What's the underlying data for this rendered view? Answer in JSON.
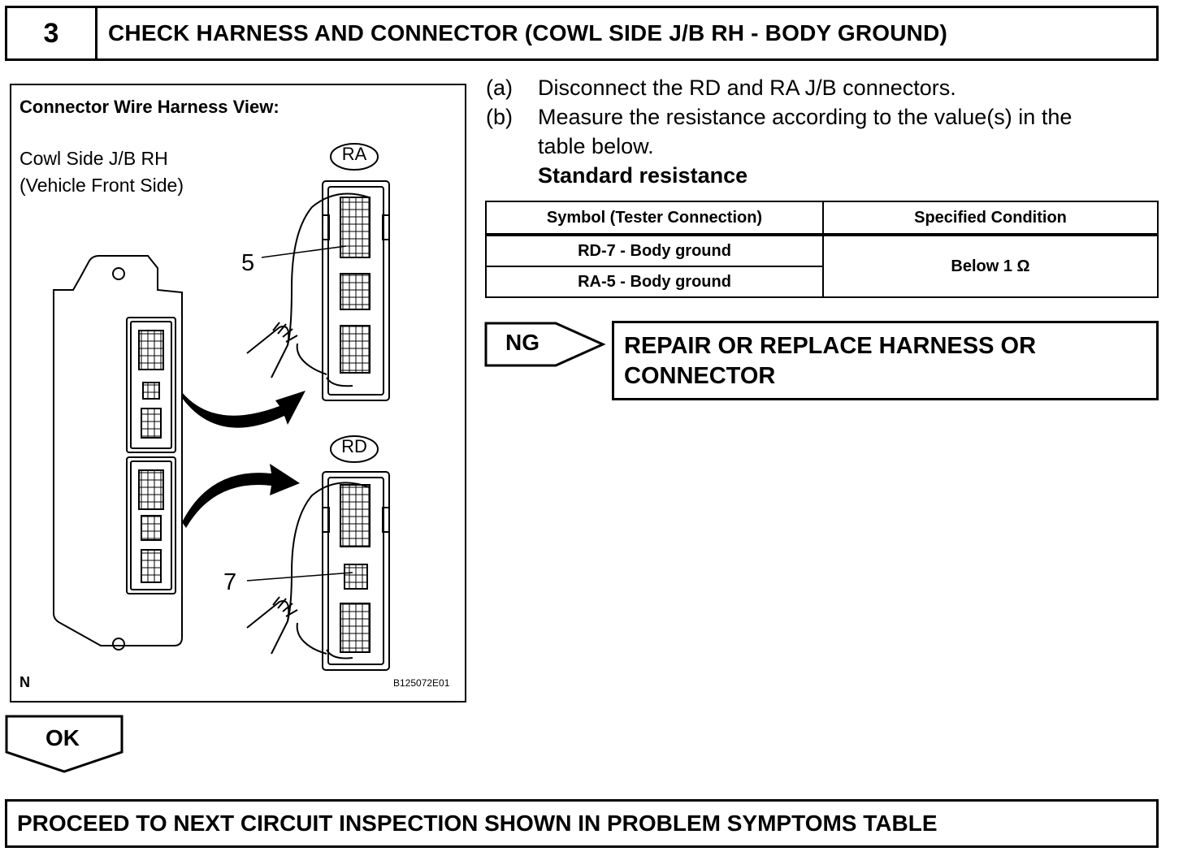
{
  "header": {
    "step_number": "3",
    "title": "CHECK HARNESS AND CONNECTOR (COWL SIDE J/B RH - BODY GROUND)"
  },
  "figure": {
    "heading": "Connector Wire Harness View:",
    "caption_line1": "Cowl Side J/B RH",
    "caption_line2": "(Vehicle Front Side)",
    "connector_ra": "RA",
    "connector_rd": "RD",
    "pin_ra": "5",
    "pin_rd": "7",
    "corner_mark": "N",
    "figure_code": "B125072E01"
  },
  "steps": [
    {
      "marker": "(a)",
      "text": "Disconnect the RD and RA J/B connectors."
    },
    {
      "marker": "(b)",
      "text": "Measure the resistance according to the value(s) in the",
      "text2": "table below."
    }
  ],
  "standard_label": "Standard resistance",
  "table": {
    "headers": [
      "Symbol (Tester Connection)",
      "Specified Condition"
    ],
    "rows": [
      "RD-7 - Body ground",
      "RA-5 - Body ground"
    ],
    "condition": "Below 1 Ω"
  },
  "ng": {
    "label": "NG",
    "result_line1": "REPAIR OR REPLACE HARNESS OR",
    "result_line2": "CONNECTOR"
  },
  "ok": {
    "label": "OK"
  },
  "final": {
    "text": "PROCEED TO NEXT CIRCUIT INSPECTION SHOWN IN PROBLEM SYMPTOMS TABLE"
  }
}
